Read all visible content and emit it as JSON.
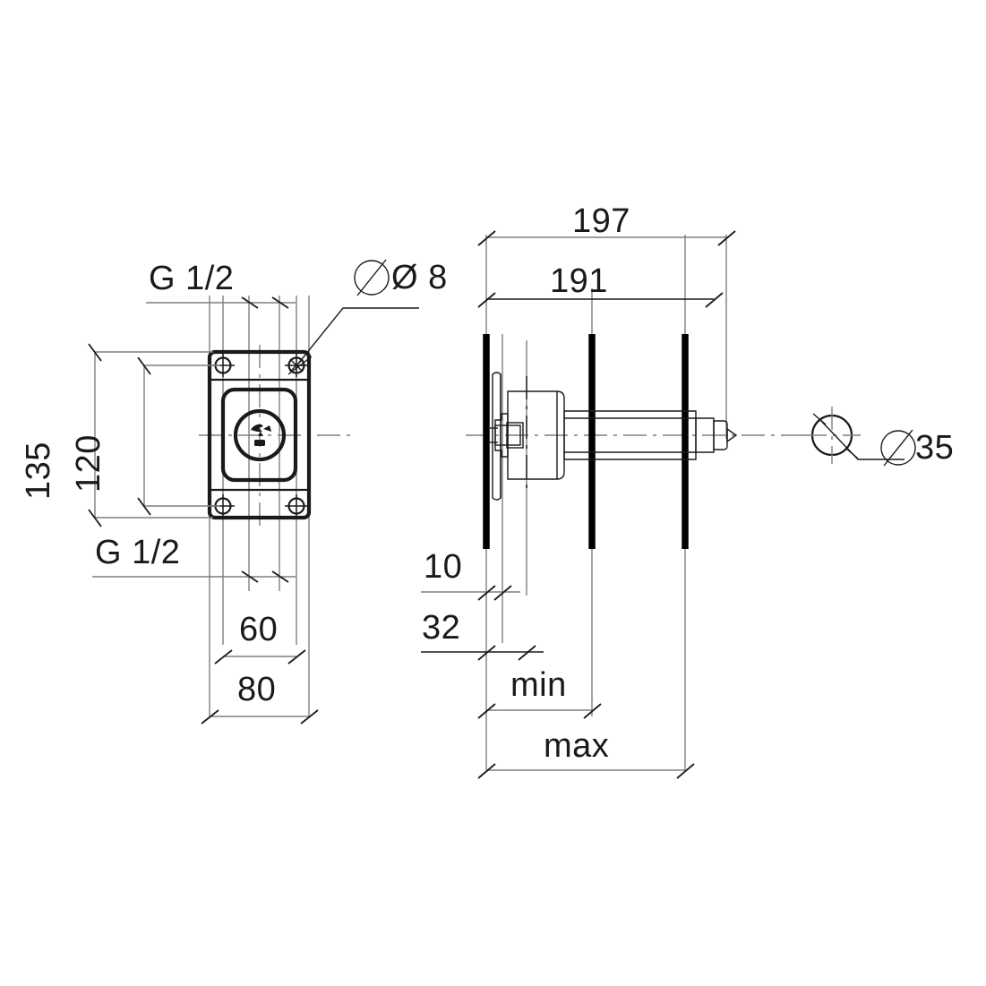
{
  "document": {
    "type": "technical-drawing",
    "title": "Concealed valve body dimensional drawing",
    "background_color": "#ffffff",
    "line_color": "#1a1a1a",
    "thin_line_color": "#808080"
  },
  "views": {
    "front": {
      "name": "front-view",
      "description": "Front view of rectangular mounting plate with four corner screws and central round handle recess"
    },
    "side": {
      "name": "side-section-view",
      "description": "Side section view of valve body through finished wall showing min and max installation depth"
    }
  },
  "dimensions": {
    "front": [
      {
        "id": "thread-top",
        "label": "G 1/2",
        "kind": "callout"
      },
      {
        "id": "hole-diameter",
        "label": "Ø 8",
        "kind": "callout"
      },
      {
        "id": "plate-height-outer",
        "label": "135",
        "kind": "linear",
        "orientation": "vertical"
      },
      {
        "id": "plate-height-inner",
        "label": "120",
        "kind": "linear",
        "orientation": "vertical"
      },
      {
        "id": "thread-bottom",
        "label": "G 1/2",
        "kind": "callout"
      },
      {
        "id": "hole-spacing",
        "label": "60",
        "kind": "linear",
        "orientation": "horizontal"
      },
      {
        "id": "plate-width",
        "label": "80",
        "kind": "linear",
        "orientation": "horizontal"
      }
    ],
    "side": [
      {
        "id": "overall-length",
        "label": "197",
        "kind": "linear",
        "orientation": "horizontal"
      },
      {
        "id": "body-length",
        "label": "191",
        "kind": "linear",
        "orientation": "horizontal"
      },
      {
        "id": "wall-offset-min",
        "label": "10",
        "kind": "linear",
        "orientation": "horizontal"
      },
      {
        "id": "wall-offset-max",
        "label": "32",
        "kind": "linear",
        "orientation": "horizontal"
      },
      {
        "id": "depth-min",
        "label": "min",
        "kind": "linear",
        "orientation": "horizontal"
      },
      {
        "id": "depth-max",
        "label": "max",
        "kind": "linear",
        "orientation": "horizontal"
      },
      {
        "id": "shaft-diameter",
        "label": "Ø 35",
        "kind": "callout"
      }
    ]
  },
  "labels": {
    "g_half_top": "G 1/2",
    "g_half_bottom": "G 1/2",
    "dia_8": "Ø 8",
    "dim_135": "135",
    "dim_120": "120",
    "dim_60": "60",
    "dim_80": "80",
    "dim_197": "197",
    "dim_191": "191",
    "dim_10": "10",
    "dim_32": "32",
    "min": "min",
    "max": "max",
    "dia_35": "Ø 35"
  },
  "colors": {
    "stroke_dark": "#1a1a1a",
    "stroke_thin": "#7f7f7f",
    "stroke_wall": "#000000",
    "fill_none": "none"
  }
}
